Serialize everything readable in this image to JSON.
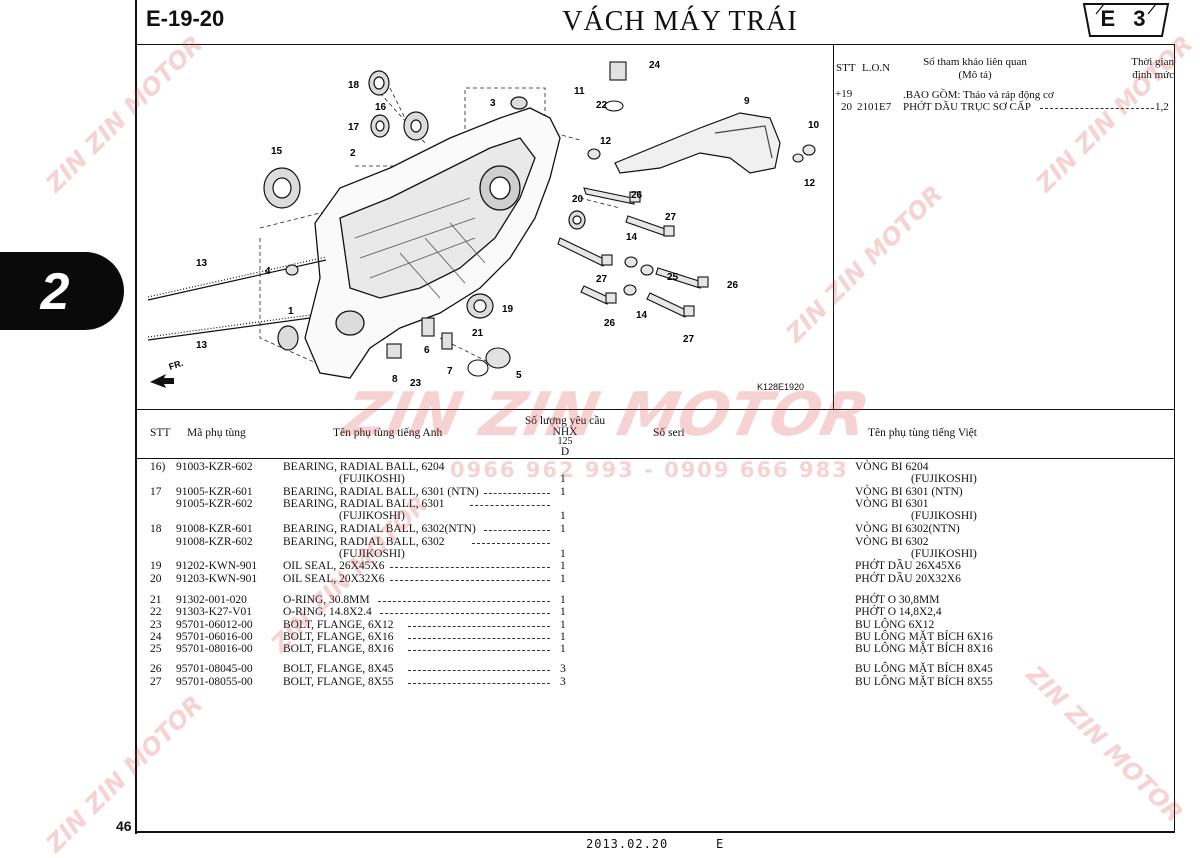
{
  "header": {
    "code": "E-19-20",
    "title": "VÁCH MÁY TRÁI",
    "section": "E 3"
  },
  "side_tab": "2",
  "page_number": "46",
  "footer": {
    "date": "2013.02.20",
    "edition": "E"
  },
  "diagram": {
    "drawing_code": "K128E1920",
    "direction": "FR.",
    "callouts": [
      "1",
      "2",
      "3",
      "4",
      "5",
      "6",
      "7",
      "8",
      "9",
      "10",
      "11",
      "12",
      "12",
      "13",
      "13",
      "14",
      "14",
      "15",
      "16",
      "17",
      "18",
      "19",
      "20",
      "21",
      "22",
      "23",
      "24",
      "25",
      "26",
      "26",
      "26",
      "27",
      "27",
      "27"
    ]
  },
  "notes": {
    "col_stt": "STT",
    "col_lon": "L.O.N",
    "col_ref": "Số tham khảo liên quan",
    "col_ref_sub": "(Mô tả)",
    "col_time": "Thời gian",
    "col_time_sub": "định mức",
    "rows": [
      {
        "stt": "+19",
        "lon": "",
        "desc": ".BAO GỒM: Tháo và ráp động cơ",
        "time": ""
      },
      {
        "stt": "20",
        "lon": "2101E7",
        "desc": "PHỚT DẦU TRỤC SƠ CẤP",
        "time": "1,2"
      }
    ]
  },
  "table": {
    "headers": {
      "stt": "STT",
      "part_no": "Mã phụ tùng",
      "name_en": "Tên phụ tùng tiếng Anh",
      "qty": "Số lượng yêu cầu",
      "qty_model": "NHX",
      "qty_cc": "125",
      "qty_type": "D",
      "serial": "Số seri",
      "name_vi": "Tên phụ tùng tiếng Việt"
    },
    "rows": [
      {
        "stt": "16)",
        "part_no": "91003-KZR-602",
        "name_en": "BEARING, RADIAL BALL, 6204",
        "qty": "",
        "name_vi": "VÒNG BI 6204"
      },
      {
        "stt": "",
        "part_no": "",
        "name_en": "(FUJIKOSHI)",
        "qty": "1",
        "name_vi": "(FUJIKOSHI)"
      },
      {
        "stt": "17",
        "part_no": "91005-KZR-601",
        "name_en": "BEARING, RADIAL BALL, 6301 (NTN)",
        "qty": "1",
        "name_vi": "VÒNG BI 6301 (NTN)"
      },
      {
        "stt": "",
        "part_no": "91005-KZR-602",
        "name_en": "BEARING, RADIAL BALL, 6301",
        "qty": "",
        "name_vi": "VÒNG BI 6301"
      },
      {
        "stt": "",
        "part_no": "",
        "name_en": "(FUJIKOSHI)",
        "qty": "1",
        "name_vi": "(FUJIKOSHI)"
      },
      {
        "stt": "18",
        "part_no": "91008-KZR-601",
        "name_en": "BEARING, RADIAL BALL, 6302(NTN)",
        "qty": "1",
        "name_vi": "VÒNG BI 6302(NTN)"
      },
      {
        "stt": "",
        "part_no": "91008-KZR-602",
        "name_en": "BEARING, RADIAL BALL, 6302",
        "qty": "",
        "name_vi": "VÒNG BI 6302"
      },
      {
        "stt": "",
        "part_no": "",
        "name_en": "(FUJIKOSHI)",
        "qty": "1",
        "name_vi": "(FUJIKOSHI)"
      },
      {
        "stt": "19",
        "part_no": "91202-KWN-901",
        "name_en": "OIL SEAL, 26X45X6",
        "qty": "1",
        "name_vi": "PHỚT DẦU 26X45X6"
      },
      {
        "stt": "20",
        "part_no": "91203-KWN-901",
        "name_en": "OIL SEAL, 20X32X6",
        "qty": "1",
        "name_vi": "PHỚT DẦU 20X32X6"
      },
      {
        "stt": "21",
        "part_no": "91302-001-020",
        "name_en": "O-RING, 30.8MM",
        "qty": "1",
        "name_vi": "PHỚT O 30,8MM"
      },
      {
        "stt": "22",
        "part_no": "91303-K27-V01",
        "name_en": "O-RING, 14.8X2.4",
        "qty": "1",
        "name_vi": "PHỚT O 14,8X2,4"
      },
      {
        "stt": "23",
        "part_no": "95701-06012-00",
        "name_en": "BOLT, FLANGE, 6X12",
        "qty": "1",
        "name_vi": "BU LÔNG 6X12"
      },
      {
        "stt": "24",
        "part_no": "95701-06016-00",
        "name_en": "BOLT, FLANGE, 6X16",
        "qty": "1",
        "name_vi": "BU LÔNG MẶT BÍCH 6X16"
      },
      {
        "stt": "25",
        "part_no": "95701-08016-00",
        "name_en": "BOLT, FLANGE, 8X16",
        "qty": "1",
        "name_vi": "BU LÔNG MẶT BÍCH 8X16"
      },
      {
        "stt": "26",
        "part_no": "95701-08045-00",
        "name_en": "BOLT, FLANGE, 8X45",
        "qty": "3",
        "name_vi": "BU LÔNG MẶT BÍCH 8X45"
      },
      {
        "stt": "27",
        "part_no": "95701-08055-00",
        "name_en": "BOLT, FLANGE, 8X55",
        "qty": "3",
        "name_vi": "BU LÔNG MẶT BÍCH 8X55"
      }
    ]
  },
  "watermark": {
    "brand": "ZIN ZIN MOTOR",
    "phone": "0966 962 993 - 0909 666 983"
  }
}
